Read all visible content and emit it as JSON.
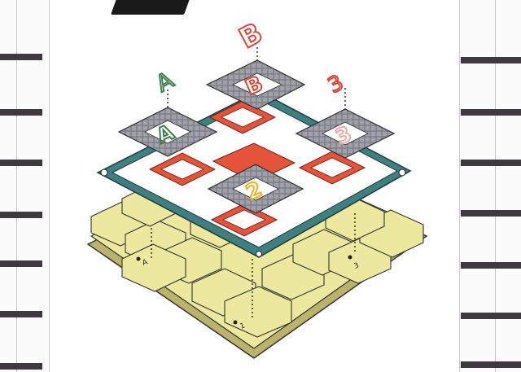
{
  "letters": {
    "top": "B",
    "left": "A",
    "right": "3",
    "layer_top": "B",
    "layer_left": "A",
    "layer_right": "3",
    "layer_center": "2"
  },
  "keys": {
    "key_a": "A",
    "key_3": "3",
    "key_1": "1"
  },
  "colors": {
    "board_teal": "#3f7f80",
    "frame_orange": "#e4533a",
    "key_yellow": "#ece99e",
    "key_shadow": "#b9b36c",
    "tile_grey": "#7d7d86",
    "letter_red": "#d9463a",
    "letter_green": "#3e7f4d",
    "letter_yellow": "#e8b21f"
  }
}
